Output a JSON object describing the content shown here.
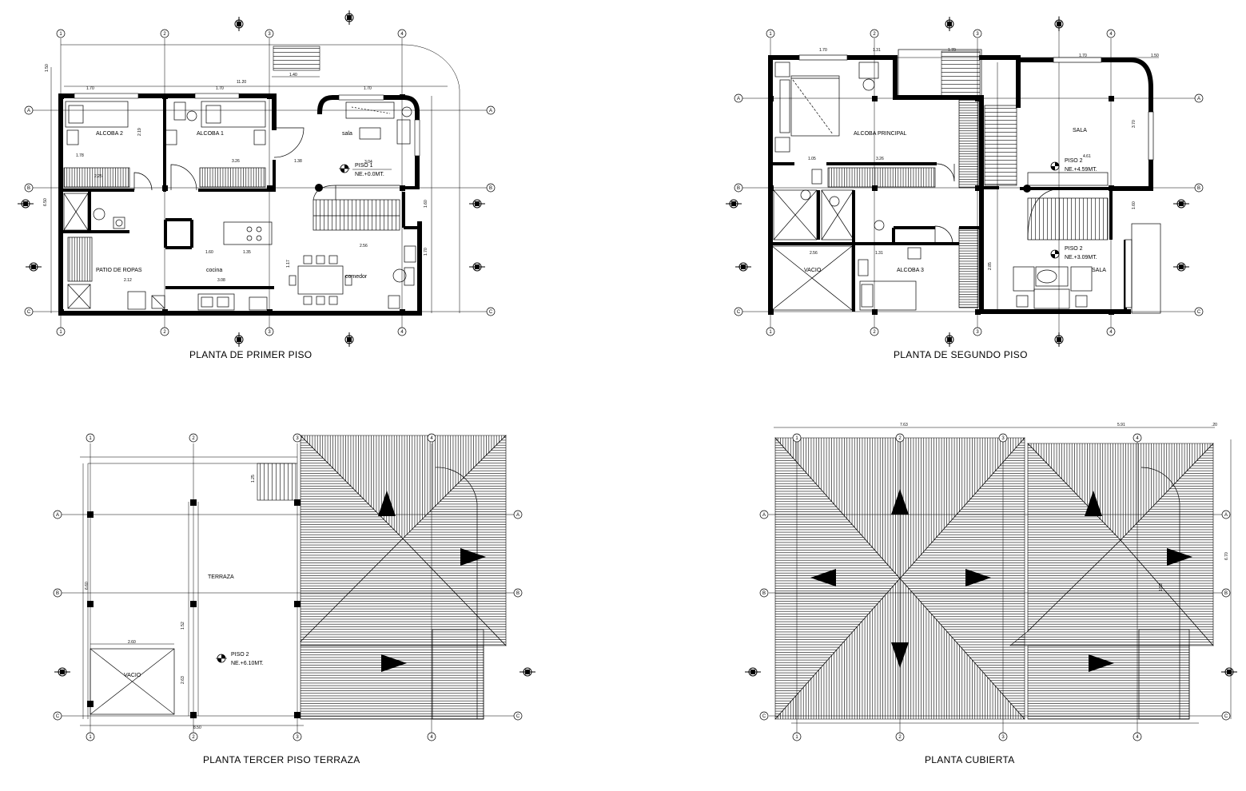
{
  "sheet": {
    "plans": [
      {
        "id": "p1",
        "title": "PLANTA DE PRIMER PISO",
        "rooms": [
          "ALCOBA 2",
          "ALCOBA 1",
          "sala",
          "PATIO DE ROPAS",
          "cocina",
          "comedor"
        ],
        "level_tag": [
          "PISO 1",
          "NE.+0.0MT."
        ],
        "grid_cols": [
          "1",
          "2",
          "3",
          "4"
        ],
        "grid_rows": [
          "A",
          "B",
          "C"
        ],
        "dims": [
          "1.50",
          "11.20",
          "1.70",
          "1.70",
          "1.70",
          "1.40",
          "2.19",
          "3.04",
          "1.78",
          "3.26",
          "1.38",
          "2.25",
          "1.60",
          "1.35",
          "3.08",
          "2.12",
          "2.56",
          "1.60",
          "1.70",
          "1.17",
          "6.50"
        ]
      },
      {
        "id": "p2",
        "title": "PLANTA  DE SEGUNDO PISO",
        "rooms": [
          "ALCOBA PRINCIPAL",
          "SALA",
          "VACIO",
          "ALCOBA 3",
          "SALA"
        ],
        "level_tags": [
          [
            "PISO 2",
            "NE.+4.59MT."
          ],
          [
            "PISO 2",
            "NE.+3.09MT."
          ]
        ],
        "grid_cols": [
          "1",
          "2",
          "3",
          "4"
        ],
        "grid_rows": [
          "A",
          "B",
          "C"
        ],
        "dims": [
          "1.70",
          "1.31",
          "1.70",
          "1.70",
          "1.50",
          "3.26",
          "4.61",
          "1.05",
          "2.56",
          "1.31",
          "3.70",
          "1.60",
          "2.85"
        ]
      },
      {
        "id": "p3",
        "title": "PLANTA  TERCER PISO TERRAZA",
        "rooms": [
          "TERRAZA",
          "VACIO"
        ],
        "level_tag": [
          "PISO 2",
          "NE.+6.10MT."
        ],
        "grid_cols": [
          "1",
          "2",
          "3",
          "4"
        ],
        "grid_rows": [
          "A",
          "B",
          "C"
        ],
        "dims": [
          "2.60",
          "8.50",
          "6.60",
          "2.63",
          "1.52",
          "1.25"
        ]
      },
      {
        "id": "p4",
        "title": "PLANTA  CUBIERTA",
        "grid_cols": [
          "1",
          "2",
          "3",
          "4"
        ],
        "grid_rows": [
          "A",
          "B",
          "C"
        ],
        "dims": [
          "7.63",
          "5.91",
          ".20",
          "6.70",
          "1.52"
        ]
      }
    ]
  }
}
